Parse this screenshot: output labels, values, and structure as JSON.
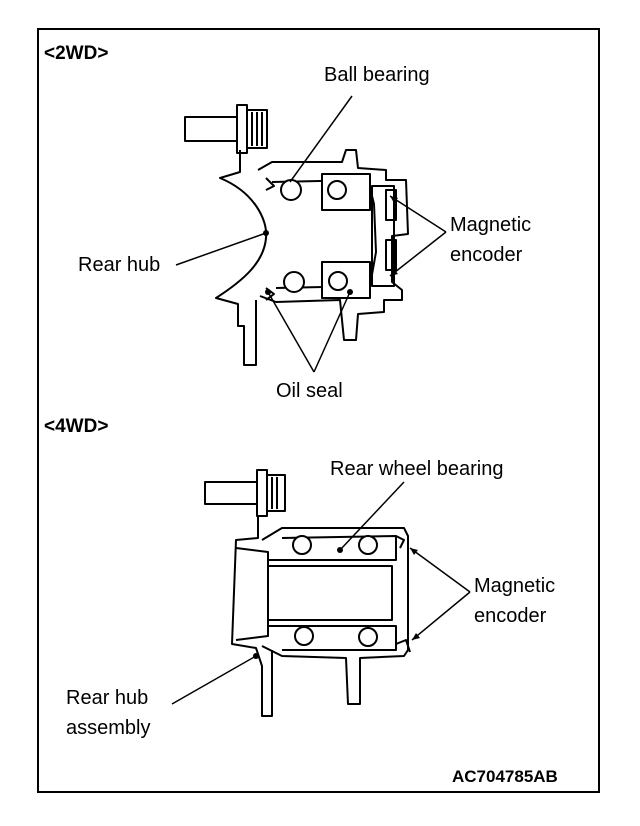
{
  "figure": {
    "sections": [
      {
        "heading": "<2WD>",
        "callouts": {
          "ball_bearing": "Ball bearing",
          "magnetic_encoder": "Magnetic\nencoder",
          "rear_hub": "Rear hub",
          "oil_seal": "Oil seal"
        }
      },
      {
        "heading": "<4WD>",
        "callouts": {
          "rear_wheel_bearing": "Rear wheel bearing",
          "magnetic_encoder": "Magnetic\nencoder",
          "rear_hub_assembly": "Rear hub\nassembly"
        }
      }
    ],
    "figure_code": "AC704785AB"
  }
}
